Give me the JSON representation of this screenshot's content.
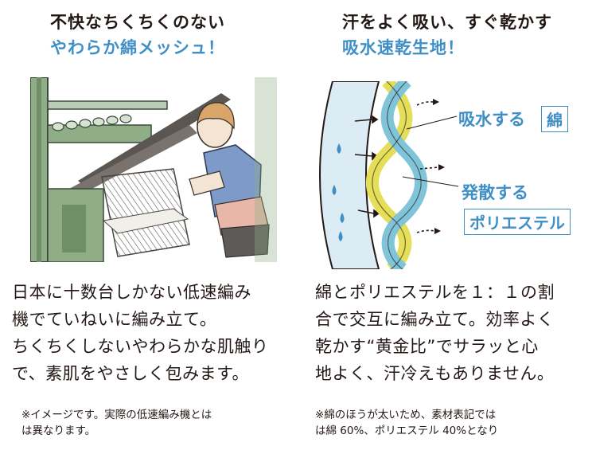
{
  "left": {
    "headline_1": "不快なちくちくのない",
    "headline_2": "やわらか綿メッシュ！",
    "body_lines": [
      "日本に十数台しかない低速編み",
      "機でていねいに編み立て。",
      "ちくちくしないやわらかな肌触り",
      "で、素肌をやさしく包みます。"
    ],
    "note_lines": [
      "※イメージです。実際の低速編み機とは",
      "は異なります。"
    ]
  },
  "right": {
    "headline_1": "汗をよく吸い、すぐ乾かす",
    "headline_2": "吸水速乾生地！",
    "label_absorb": "吸水する",
    "box_cotton": "綿",
    "label_diffuse": "発散する",
    "box_polyester": "ポリエステル",
    "body_lines": [
      "綿とポリエステルを１：１の割",
      "合で交互に編み立て。効率よく",
      "乾かす“黄金比”でサラッと心",
      "地よく、汗冷えもありません。"
    ],
    "note_lines": [
      "※綿のほうが太いため、素材表記では",
      "は綿 60%、ポリエステル 40%となり"
    ]
  },
  "colors": {
    "accent_blue": "#3f8fc6",
    "text": "#231815",
    "machine_green": "#8fae88",
    "rope_yellow": "#e4de58",
    "rope_blue": "#7fc4d8",
    "skin_blue": "#dcecf5"
  }
}
